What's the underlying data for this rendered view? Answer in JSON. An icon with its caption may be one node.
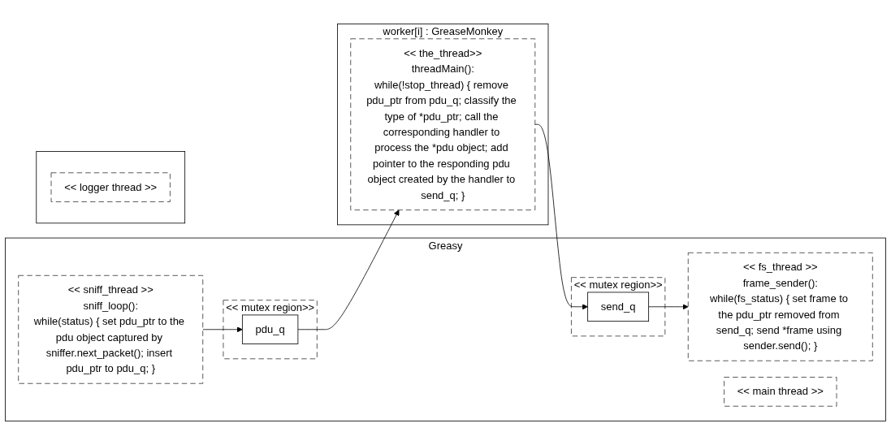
{
  "diagram": {
    "nodes": [
      {
        "text": [
          "Greasy"
        ]
      },
      {
        "text": [
          "<< sniff_thread >>",
          "sniff_loop():",
          "while(status) { set pdu_ptr to the pdu object captured by sniffer.next_packet(); insert pdu_ptr to pdu_q; }"
        ],
        "in": 0
      },
      {
        "text": [
          "<< mutex region>>"
        ],
        "in": 0
      },
      {
        "text": [
          "pdu_q"
        ],
        "in": 2
      },
      {
        "text": [
          "<< mutex region>>"
        ],
        "in": 0
      },
      {
        "text": [
          "send_q"
        ],
        "in": 4
      },
      {
        "text": [
          "<< fs_thread >>",
          "frame_sender():",
          "while(fs_status) { set frame to the pdu_ptr removed from send_q; send *frame using sender.send(); }"
        ],
        "in": 0
      },
      {
        "text": [
          "<< main thread >>"
        ],
        "in": 0
      },
      {
        "text": [
          "worker[i] : GreaseMonkey"
        ]
      },
      {
        "text": [
          "<< the_thread>>",
          "threadMain():",
          "while(!stop_thread) { remove pdu_ptr from pdu_q; classify the type of *pdu_ptr; call the corresponding handler to process the *pdu object; add pointer to the responding pdu object created by the handler to send_q; }"
        ],
        "in": 8
      },
      {
        "text": [],
        "shape": "box"
      },
      {
        "text": [
          "<< logger thread >>"
        ],
        "in": 10
      }
    ],
    "edges": [
      {
        "from": 1,
        "to": 3,
        "arrow": "to"
      },
      {
        "from": 3,
        "to": 9,
        "arrow": "to"
      },
      {
        "from": 9,
        "to": 5,
        "arrow": "to"
      },
      {
        "from": 5,
        "to": 6,
        "arrow": "to"
      }
    ]
  }
}
